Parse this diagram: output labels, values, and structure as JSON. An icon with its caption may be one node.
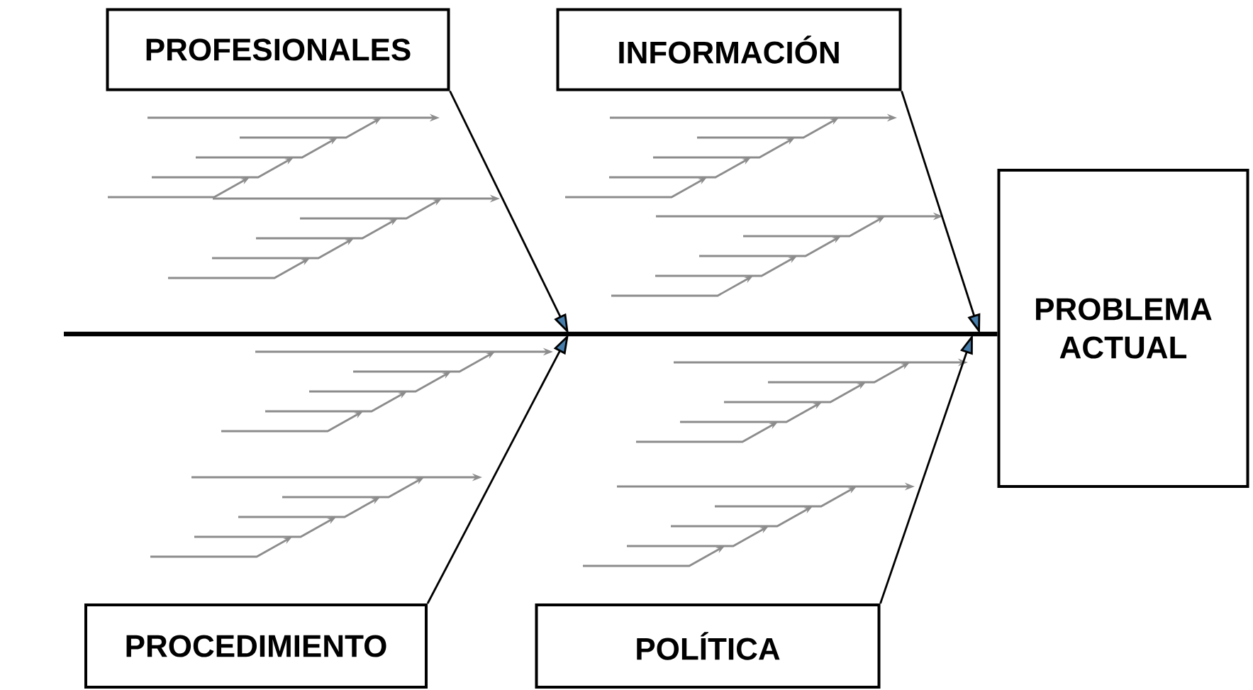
{
  "diagram": {
    "nodes": [
      {
        "text": [
          "PROFESIONALES"
        ]
      },
      {
        "text": [
          "INFORMACIÓN"
        ]
      },
      {
        "text": [
          "PROCEDIMIENTO"
        ]
      },
      {
        "text": [
          "POLÍTICA"
        ]
      },
      {
        "text": [
          "PROBLEMA ACTUAL"
        ]
      }
    ],
    "edges": [
      {
        "from": 0,
        "to": null,
        "arrow": "to"
      },
      {
        "from": 1,
        "to": null,
        "arrow": "to"
      },
      {
        "from": 2,
        "to": null,
        "arrow": "to"
      },
      {
        "from": 3,
        "to": null,
        "arrow": "to"
      },
      {
        "from": null,
        "to": 4,
        "arrow": "none",
        "style": "thick"
      }
    ]
  }
}
